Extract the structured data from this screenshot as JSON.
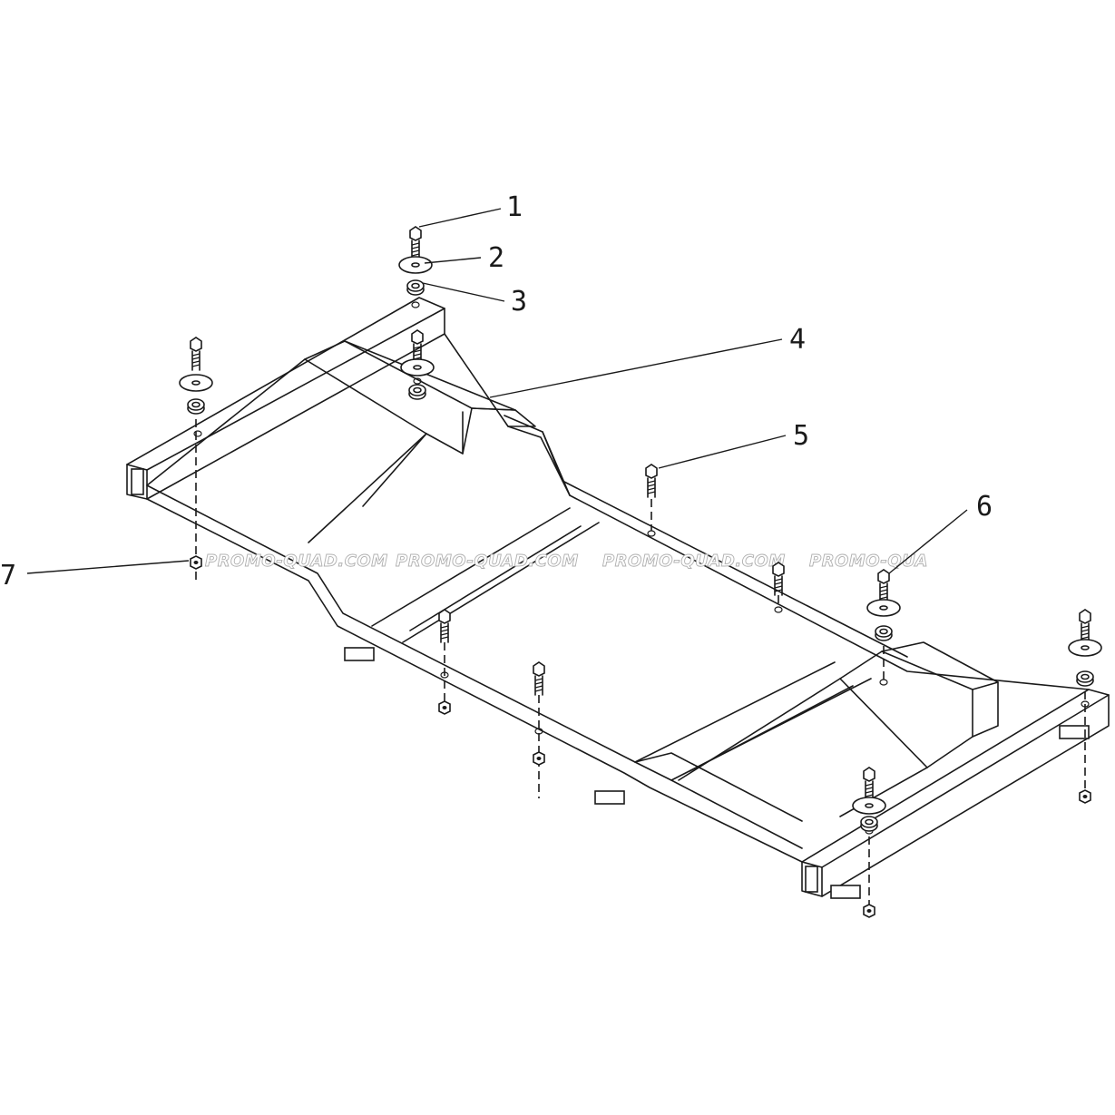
{
  "callouts": [
    {
      "number": "1",
      "part": "bolt"
    },
    {
      "number": "2",
      "part": "large-washer"
    },
    {
      "number": "3",
      "part": "rubber-bushing"
    },
    {
      "number": "4",
      "part": "frame"
    },
    {
      "number": "5",
      "part": "bolt"
    },
    {
      "number": "6",
      "part": "bolt"
    },
    {
      "number": "7",
      "part": "nut"
    }
  ],
  "watermark": {
    "text": "PROMO-QUAD.COM",
    "text_partial": "PROMO-QUA"
  },
  "colors": {
    "line": "#1a1a1a",
    "background": "#ffffff",
    "watermark_outline": "#b0b0b0"
  }
}
